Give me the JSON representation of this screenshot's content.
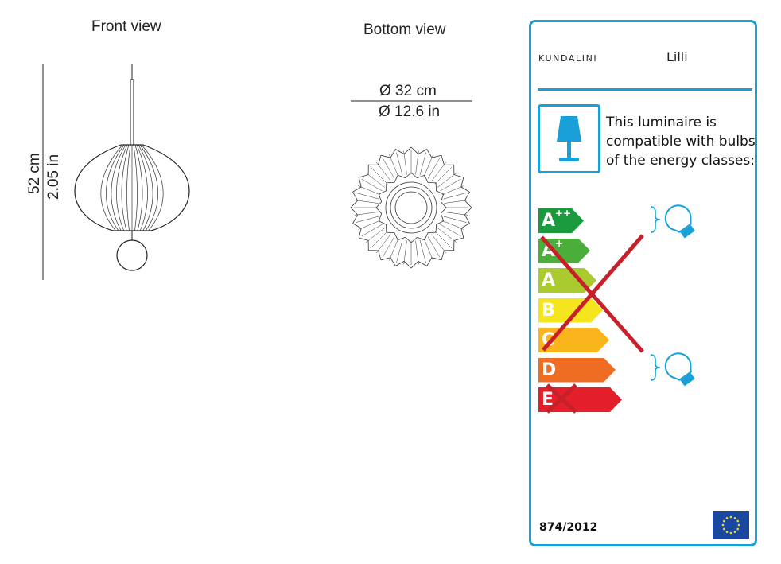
{
  "views": {
    "front_title": "Front view",
    "bottom_title": "Bottom view",
    "height_cm": "52 cm",
    "height_in": "2.05 in",
    "diameter_cm": "Ø 32 cm",
    "diameter_in": "Ø 12.6 in"
  },
  "energy_label": {
    "brand": "KUNDALINI",
    "model": "Lilli",
    "compat_lines": [
      "This luminaire is",
      "compatible with bulbs",
      "of the energy classes:"
    ],
    "classes": [
      {
        "letter": "A",
        "sup": "++",
        "color": "#1a9a3c"
      },
      {
        "letter": "A",
        "sup": "+",
        "color": "#4cae3a"
      },
      {
        "letter": "A",
        "sup": "",
        "color": "#a9cb2e"
      },
      {
        "letter": "B",
        "sup": "",
        "color": "#f4e51c"
      },
      {
        "letter": "C",
        "sup": "",
        "color": "#f9b51b"
      },
      {
        "letter": "D",
        "sup": "",
        "color": "#ee6d23"
      },
      {
        "letter": "E",
        "sup": "",
        "color": "#e3202a"
      }
    ],
    "regulation": "874/2012",
    "colors": {
      "border": "#1aa0d8",
      "cross": "#c8202a",
      "eu_flag": "#1a48a0",
      "eu_star": "#f5d90a"
    }
  }
}
